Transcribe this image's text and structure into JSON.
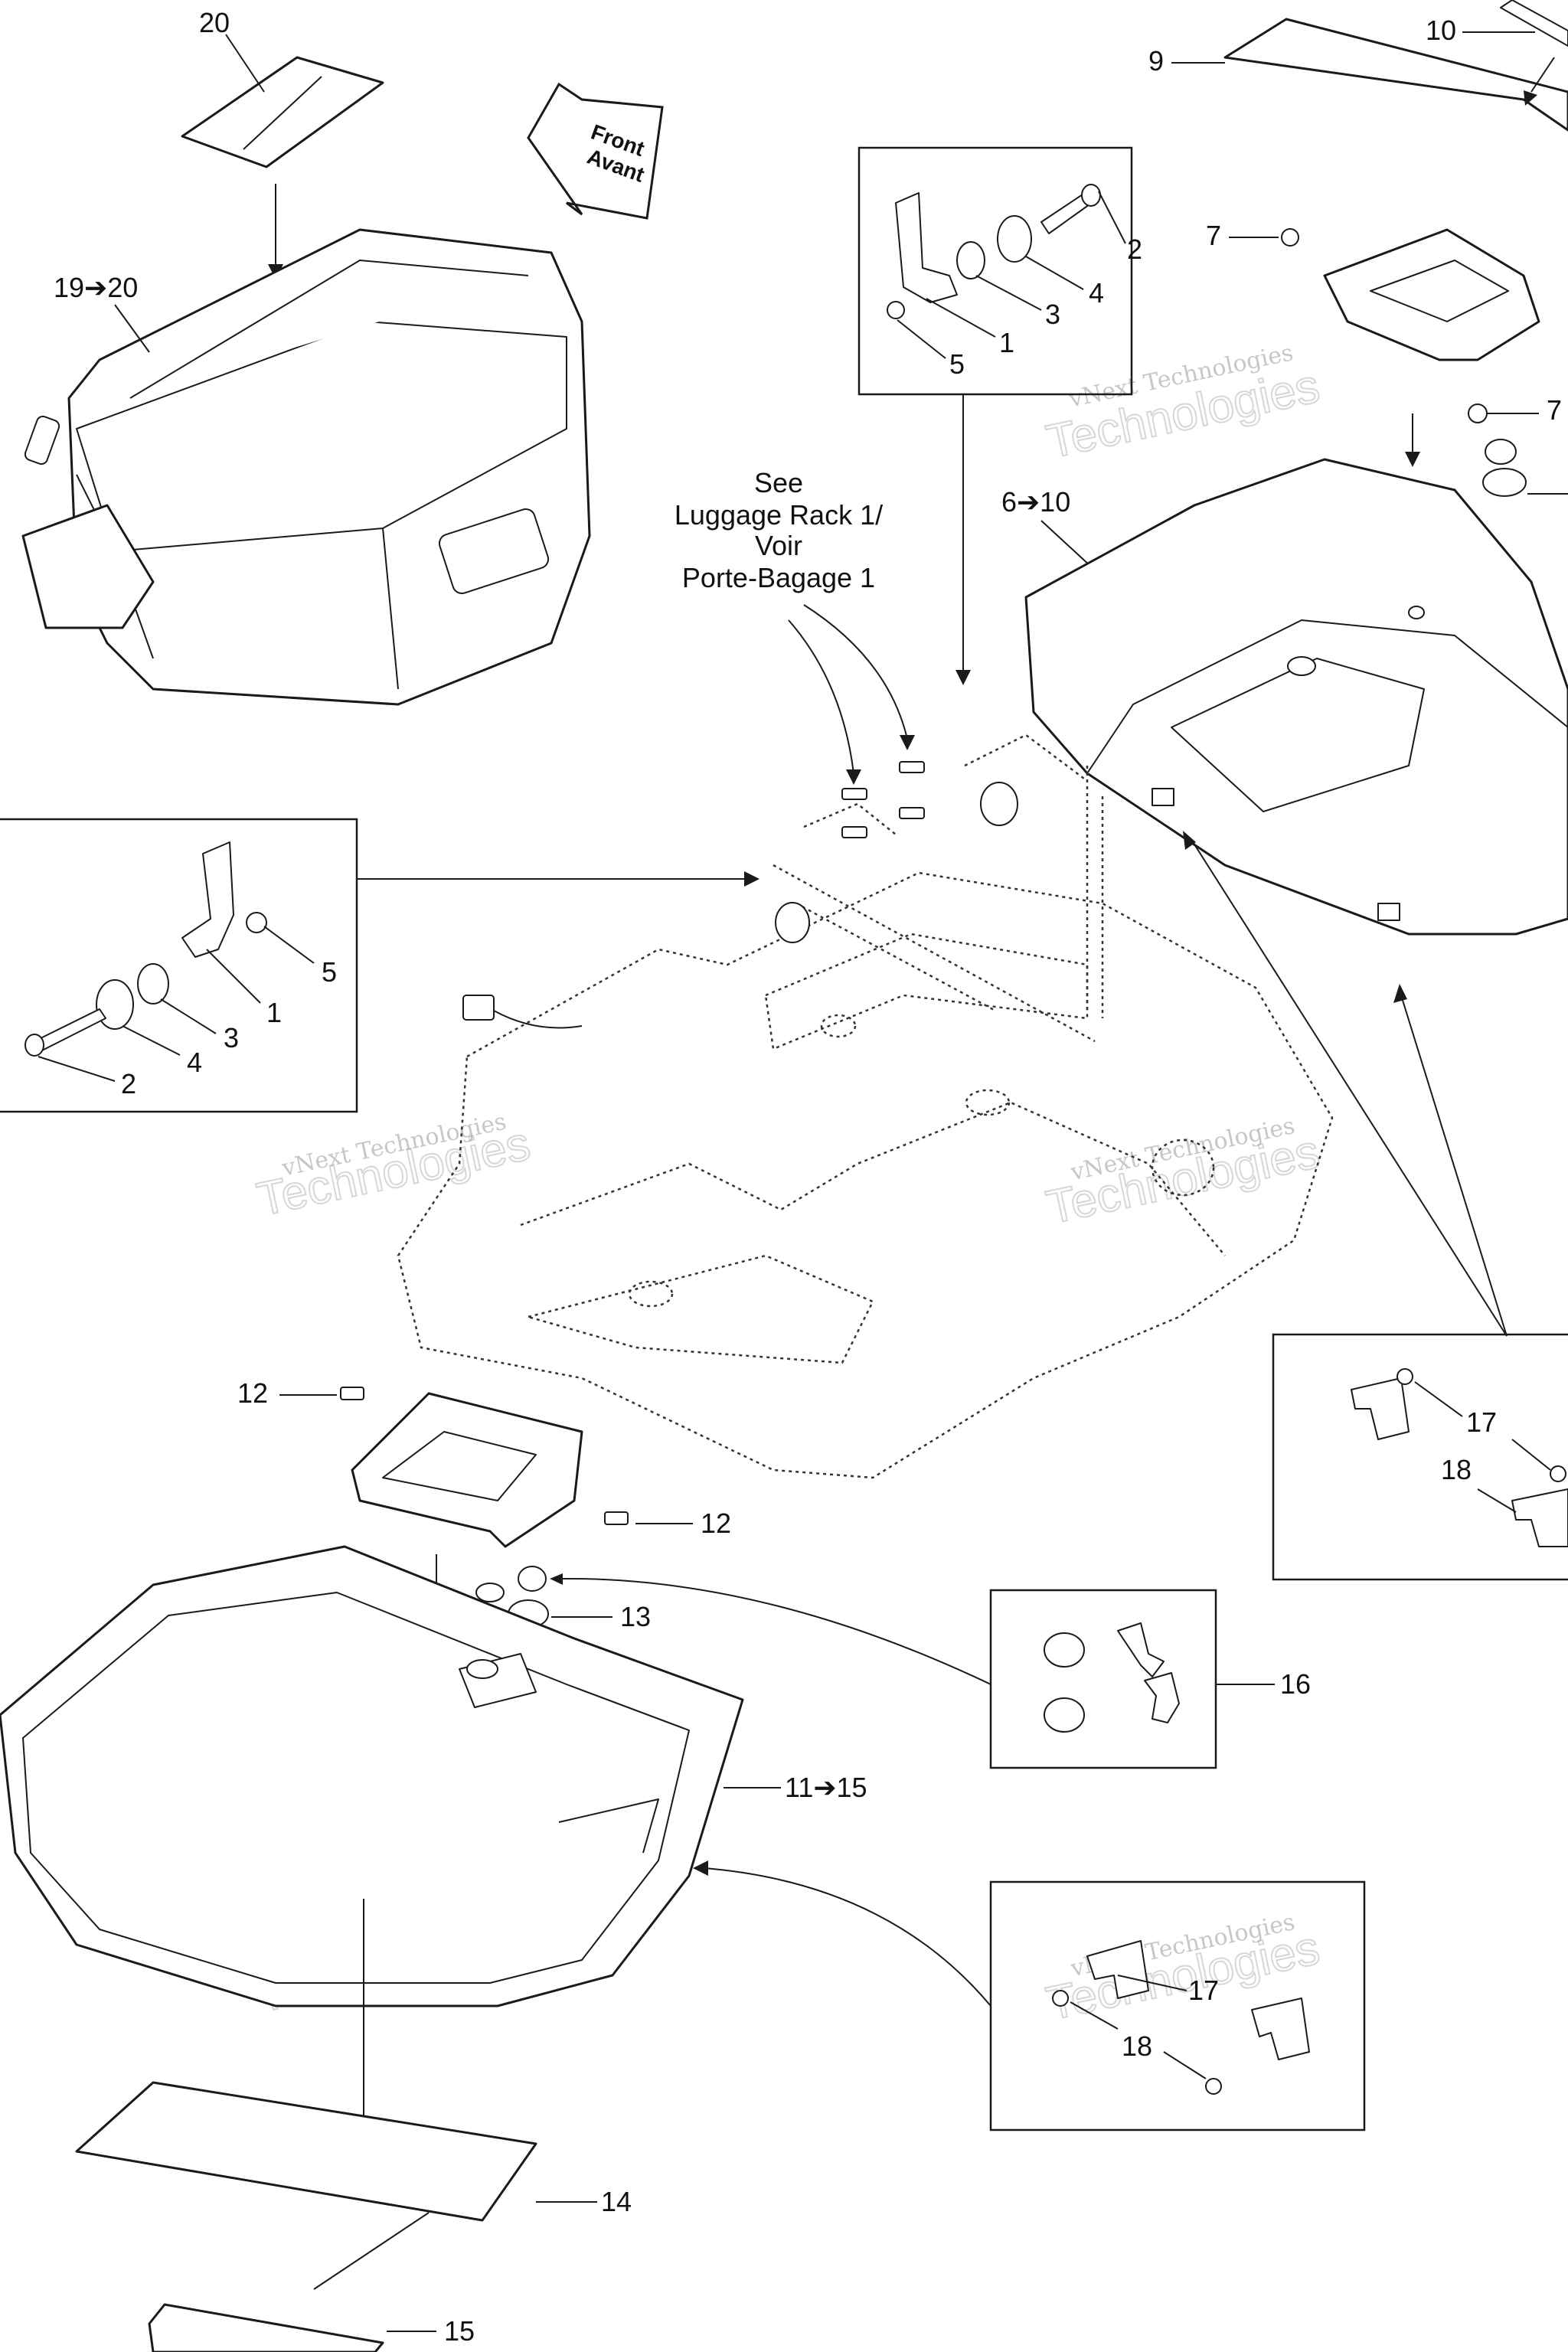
{
  "callouts": {
    "c20_top": "20",
    "c10_top": "10",
    "c9": "9",
    "c19_20": "19➔20",
    "c7_a": "7",
    "c7_b": "7",
    "c2_top": "2",
    "c4_top": "4",
    "c3_top": "3",
    "c1_top": "1",
    "c5_top": "5",
    "c6_10": "6➔10",
    "c5_left": "5",
    "c1_left": "1",
    "c3_left": "3",
    "c4_left": "4",
    "c2_left": "2",
    "c17_right": "17",
    "c18_right": "18",
    "c12_a": "12",
    "c12_b": "12",
    "c13": "13",
    "c16": "16",
    "c11_15": "11➔15",
    "c17_bottom": "17",
    "c18_bottom": "18",
    "c14": "14",
    "c15": "15"
  },
  "note": {
    "line1": "See",
    "line2": "Luggage Rack 1/",
    "line3": "Voir",
    "line4": "Porte-Bagage 1"
  },
  "front_arrow": {
    "line1": "Front",
    "line2": "Avant"
  },
  "watermark": {
    "line1": "vNext Technologies",
    "line2": "Technologies"
  }
}
